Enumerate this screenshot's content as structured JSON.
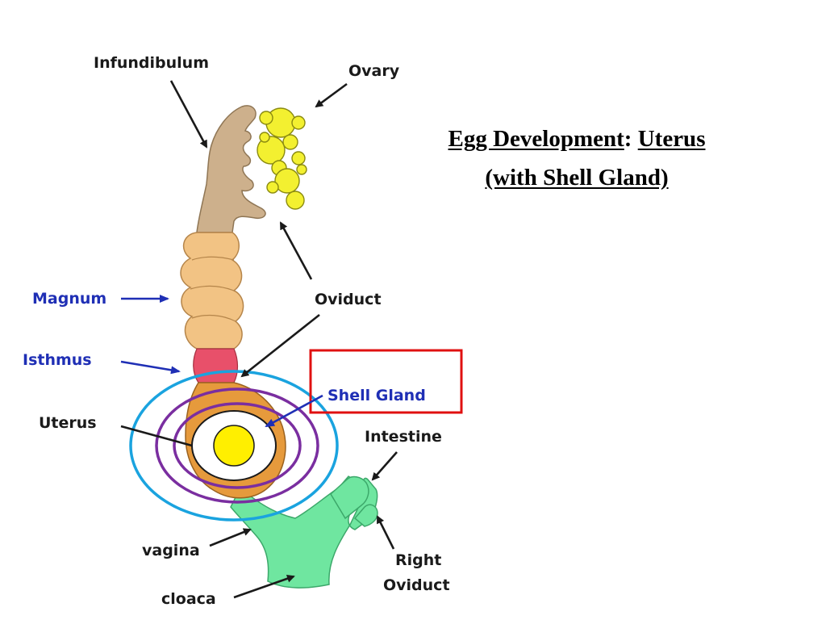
{
  "title": {
    "part1": "Egg Development",
    "separator": ":",
    "part2": "Uterus",
    "line2": "(with Shell Gland)"
  },
  "labels": {
    "infundibulum": "Infundibulum",
    "ovary": "Ovary",
    "magnum": "Magnum",
    "oviduct": "Oviduct",
    "isthmus": "Isthmus",
    "shell_gland": "Shell Gland",
    "uterus": "Uterus",
    "intestine": "Intestine",
    "vagina": "vagina",
    "right_oviduct_line1": "Right",
    "right_oviduct_line2": "Oviduct",
    "cloaca": "cloaca"
  },
  "colors": {
    "label_black": "#1a1a1a",
    "label_blue": "#1f2fb5",
    "highlight_box": "#e01010",
    "outer_ring": "#1aa3df",
    "inner_rings": "#7a2ea0",
    "egg_yolk": "#ffef00",
    "ovary_yellow": "#f3f030",
    "infundibulum": "#cdb08c",
    "magnum": "#f2c384",
    "isthmus": "#e8506a",
    "uterus": "#e69a3c",
    "cloaca_green": "#6fe6a0"
  }
}
